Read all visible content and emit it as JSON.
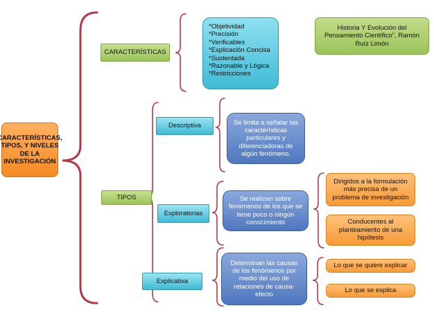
{
  "root": {
    "label": "CARACTERÍSTICAS, TIPOS, Y NIVELES DE LA INVESTIGACIÓN"
  },
  "title_box": {
    "text": "Historia Y Evolución del Pensamiento Científico\", Ramón Ruíz Limón"
  },
  "caracteristicas": {
    "label": "CARACTERÍSTICAS",
    "items": [
      "*Objetividad",
      "*Precisión",
      "*Verificables",
      "*Explicación Concisa",
      "*Sustentada",
      "*Razonable y Lógica",
      "*Restricciones"
    ]
  },
  "tipos": {
    "label": "TIPOS",
    "descriptiva": {
      "label": "Descriptiva",
      "text": "Se limita a señalar las características particulares y diferenciadoras de algún fenómeno."
    },
    "exploratorias": {
      "label": "Exploratorias",
      "text": "Se realizan sobre fenómenos de los que se tiene poco o ningún conocimiento",
      "details": [
        "Dirigidos a la formulación más precisa de un problema de investigación",
        "Conducentes al planteamiento de una hipótesis"
      ]
    },
    "explicativa": {
      "label": "Explicativa",
      "text": "Determinan las causas de los fenómenos por medio del uso de relaciones de causa-efecto",
      "details": [
        "Lo que se quiere explicar",
        "Lo que se explica"
      ]
    }
  },
  "colors": {
    "brace": "#b23a48"
  }
}
